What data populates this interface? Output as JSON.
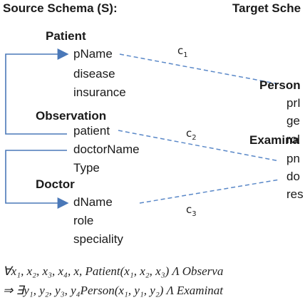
{
  "headers": {
    "source": "Source Schema (S):",
    "target": "Target Sche"
  },
  "source_tables": [
    {
      "name": "Patient",
      "attributes": [
        "pName",
        "disease",
        "insurance"
      ]
    },
    {
      "name": "Observation",
      "attributes": [
        "patient",
        "doctorName",
        "Type"
      ]
    },
    {
      "name": "Doctor",
      "attributes": [
        "dName",
        "role",
        "speciality"
      ]
    }
  ],
  "target_tables": [
    {
      "name": "Person",
      "attributes": [
        "prI",
        "ge",
        "rol"
      ]
    },
    {
      "name": "Examina",
      "attributes": [
        "pn",
        "do",
        "res"
      ]
    }
  ],
  "correspondences": [
    {
      "label": "c",
      "index": "1"
    },
    {
      "label": "c",
      "index": "2"
    },
    {
      "label": "c",
      "index": "3"
    }
  ],
  "formula": {
    "line1": "∀x₁, x₂, x₃, x₄, x, Patient(x₁, x₂, x₃) Λ Observa",
    "line2": "⇒ ∃y₁, y₂, y₃, y₄Person(x₁, y₁, y₂) Λ Examinat"
  },
  "colors": {
    "arrow": "#4a78b8",
    "dashed": "#5a88c8",
    "text": "#1a1a1a"
  }
}
